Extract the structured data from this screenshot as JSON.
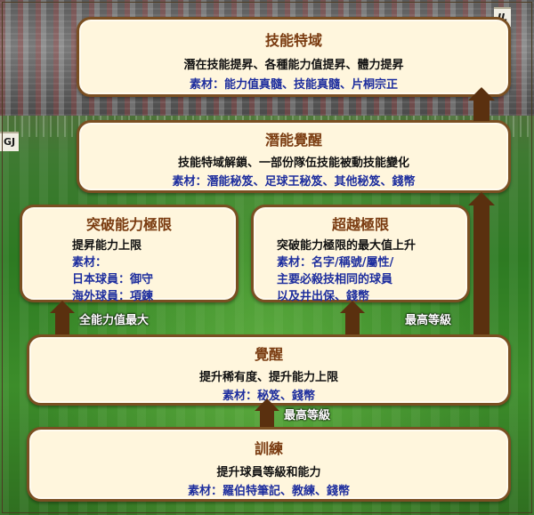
{
  "background": {
    "ads": [
      "GJ",
      "JL"
    ]
  },
  "boxes": {
    "skill_domain": {
      "title": "技能特域",
      "line": "潛在技能提昇、各種能力值提昇、體力提昇",
      "materials": "素材：能力值真髓、技能真髓、片桐宗正"
    },
    "latent_awakening": {
      "title": "潛能覺醒",
      "line": "技能特域解鎖、一部份隊伍技能被動技能變化",
      "materials": "素材：潛能秘笈、足球王秘笈、其他秘笈、錢幣"
    },
    "break_limit": {
      "title": "突破能力極限",
      "line": "提昇能力上限",
      "materials_label": "素材：",
      "materials_jp": "日本球員：御守",
      "materials_overseas": "海外球員：項鍊"
    },
    "beyond_limit": {
      "title": "超越極限",
      "line": "突破能力極限的最大值上升",
      "materials_1": "素材：名字/稱號/屬性/",
      "materials_2": "主要必殺技相同的球員",
      "materials_3": "以及井出保、錢幣"
    },
    "awakening": {
      "title": "覺醒",
      "line": "提升稀有度、提升能力上限",
      "materials": "素材：秘笈、錢幣"
    },
    "training": {
      "title": "訓練",
      "line": "提升球員等級和能力",
      "materials": "素材：羅伯特筆記、教練、錢幣"
    }
  },
  "conditions": {
    "max_all_stats": "全能力值最大",
    "max_level_right": "最高等級",
    "max_level_bottom": "最高等級"
  },
  "colors": {
    "title": "#7a3b10",
    "materials": "#1e2e9e",
    "border": "#7a4f22",
    "arrow": "#5a300f",
    "box_fill": "#fff6dd"
  }
}
